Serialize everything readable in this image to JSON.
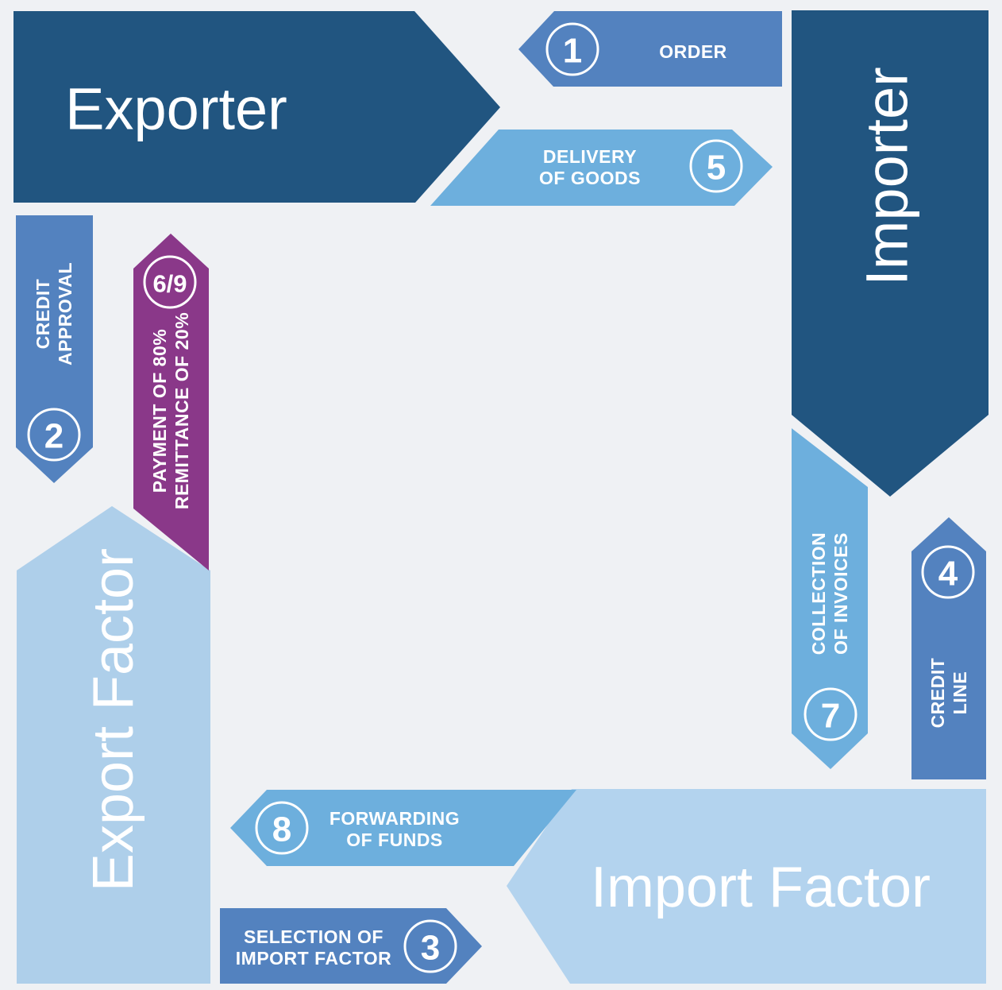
{
  "colors": {
    "background": "#EFF1F4",
    "dark_blue": "#215580",
    "medium_blue": "#5382BF",
    "sky_blue": "#6DAFDD",
    "pale_blue": "#AECFEA",
    "pale_blue_light": "#B3D3EE",
    "purple": "#8A3889",
    "text": "#FFFFFF"
  },
  "entities": {
    "exporter": "Exporter",
    "importer": "Importer",
    "export_factor": "Export Factor",
    "import_factor": "Import Factor"
  },
  "steps": {
    "order": {
      "number": "1",
      "line1": "ORDER"
    },
    "credit_approval": {
      "number": "2",
      "line1": "CREDIT",
      "line2": "APPROVAL"
    },
    "selection": {
      "number": "3",
      "line1": "SELECTION OF",
      "line2": "IMPORT FACTOR"
    },
    "credit_line": {
      "number": "4",
      "line1": "CREDIT",
      "line2": "LINE"
    },
    "delivery": {
      "number": "5",
      "line1": "DELIVERY",
      "line2": "OF GOODS"
    },
    "payment": {
      "number": "6/9",
      "line1": "PAYMENT OF 80%",
      "line2": "REMITTANCE OF 20%"
    },
    "collection": {
      "number": "7",
      "line1": "COLLECTION",
      "line2": "OF INVOICES"
    },
    "forwarding": {
      "number": "8",
      "line1": "FORWARDING",
      "line2": "OF FUNDS"
    }
  }
}
